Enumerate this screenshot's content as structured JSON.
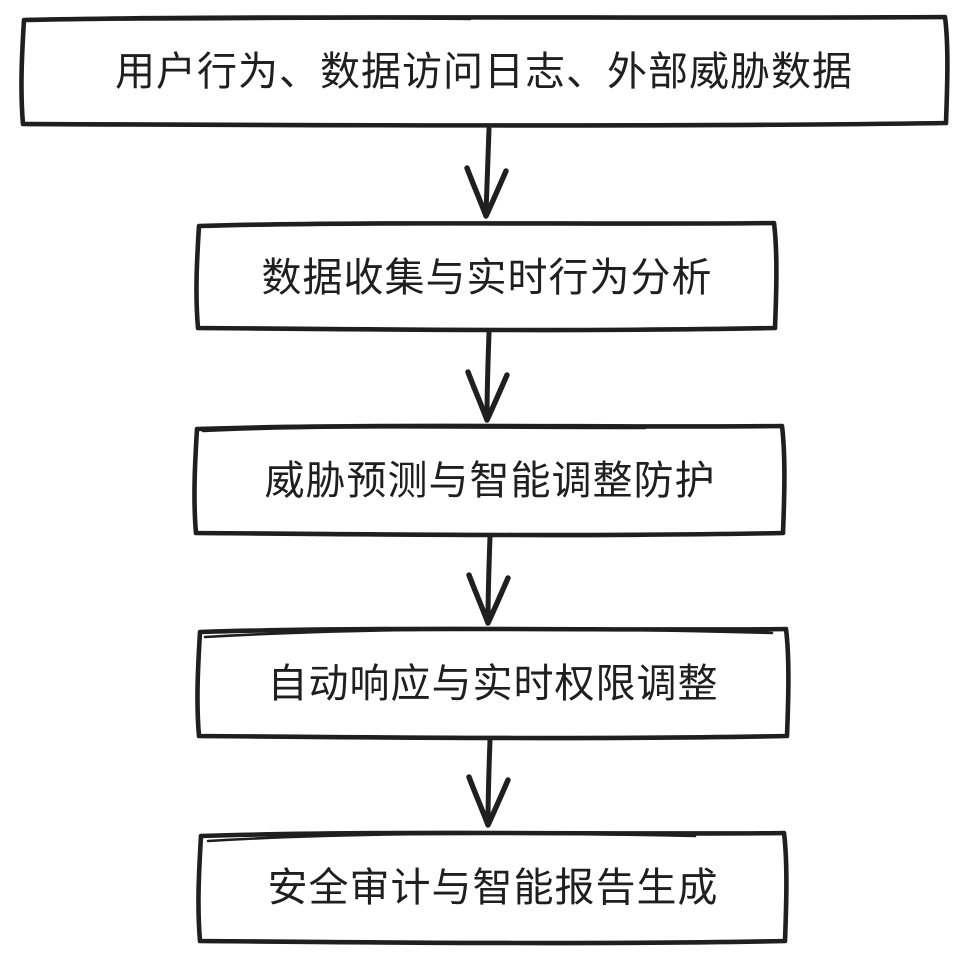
{
  "flowchart": {
    "background_color": "#ffffff",
    "stroke_color": "#1f1f1f",
    "text_color": "#1f1f1f",
    "style": "hand-drawn",
    "nodes": [
      {
        "id": "data-sources",
        "label": "用户行为、数据访问日志、外部威胁数据"
      },
      {
        "id": "data-collection",
        "label": "数据收集与实时行为分析"
      },
      {
        "id": "threat-prediction",
        "label": "威胁预测与智能调整防护"
      },
      {
        "id": "auto-response",
        "label": "自动响应与实时权限调整"
      },
      {
        "id": "security-audit",
        "label": "安全审计与智能报告生成"
      }
    ],
    "edges": [
      {
        "from": "data-sources",
        "to": "data-collection"
      },
      {
        "from": "data-collection",
        "to": "threat-prediction"
      },
      {
        "from": "threat-prediction",
        "to": "auto-response"
      },
      {
        "from": "auto-response",
        "to": "security-audit"
      }
    ]
  }
}
